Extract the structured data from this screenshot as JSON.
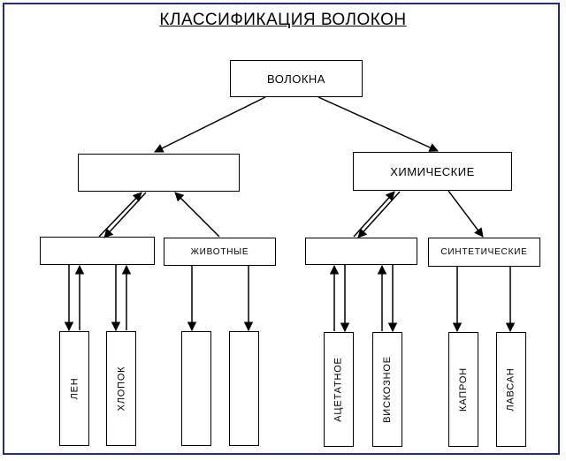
{
  "title": "КЛАССИФИКАЦИЯ ВОЛОКОН",
  "root": "ВОЛОКНА",
  "level1": {
    "left": "",
    "right": "ХИМИЧЕСКИЕ"
  },
  "level2": {
    "plant": "",
    "animal": "ЖИВОТНЫЕ",
    "artificial": "",
    "synthetic": "СИНТЕТИЧЕСКИЕ"
  },
  "leaves": {
    "len": "ЛЕН",
    "khlopok": "ХЛОПОК",
    "blank1": "",
    "blank2": "",
    "acetate": "АЦЕТАТНОЕ",
    "viscose": "ВИСКОЗНОЕ",
    "kapron": "КАПРОН",
    "lavsan": "ЛАВСАН"
  },
  "colors": {
    "frame": "#1f2a9a",
    "line": "#000000"
  }
}
